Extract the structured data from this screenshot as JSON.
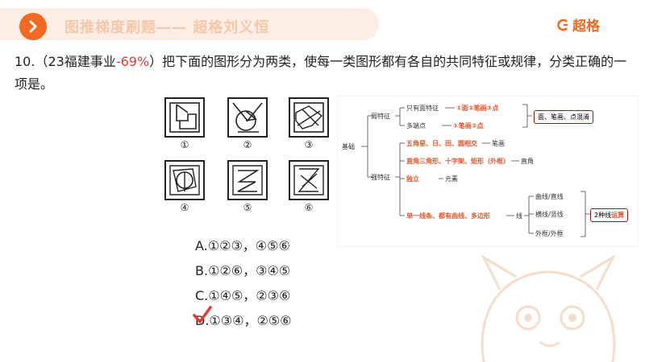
{
  "header": {
    "title": "图推梯度刷题—— 超格刘义恒",
    "brand": "超格",
    "accent": "#f26a21"
  },
  "question": {
    "number": "10.（23福建事业",
    "percent": "-69%",
    "text": "）把下面的图形分为两类，使每一类图形都有各自的共同特征或规律，分类正确的一项是。"
  },
  "figures": [
    "①",
    "②",
    "③",
    "④",
    "⑤",
    "⑥"
  ],
  "mindmap": {
    "root": "基础",
    "weak": "弱特征",
    "weak_items": [
      {
        "label": "只有面特征",
        "value": "①面②笔画③点"
      },
      {
        "label": "多端点",
        "value": "①笔画②点"
      }
    ],
    "weak_box": "面、笔画、点混淆",
    "strong": "强特征",
    "strong_items": [
      {
        "label": "五角星、日、田、圆相交",
        "value": "笔画"
      },
      {
        "label": "直角三角形、十字架、矩形（外框）",
        "value": "直角"
      },
      {
        "label": "独立",
        "value": "元素"
      },
      {
        "label": "单一线条、都有曲线、多边形",
        "value": "线"
      }
    ],
    "line_items": [
      "曲线/直线",
      "横线/竖线",
      "外框/外框"
    ],
    "line_box_a": "2种线",
    "line_box_b": "运算"
  },
  "options": [
    {
      "label": "A.①②③，④⑤⑥"
    },
    {
      "label": "B.①②⑥，③④⑤"
    },
    {
      "label": "C.①④⑤，②③⑥"
    },
    {
      "label": "D.①③④，②⑤⑥"
    }
  ],
  "answer_mark": "D",
  "colors": {
    "red": "#e53935",
    "orange": "#e8542a"
  }
}
